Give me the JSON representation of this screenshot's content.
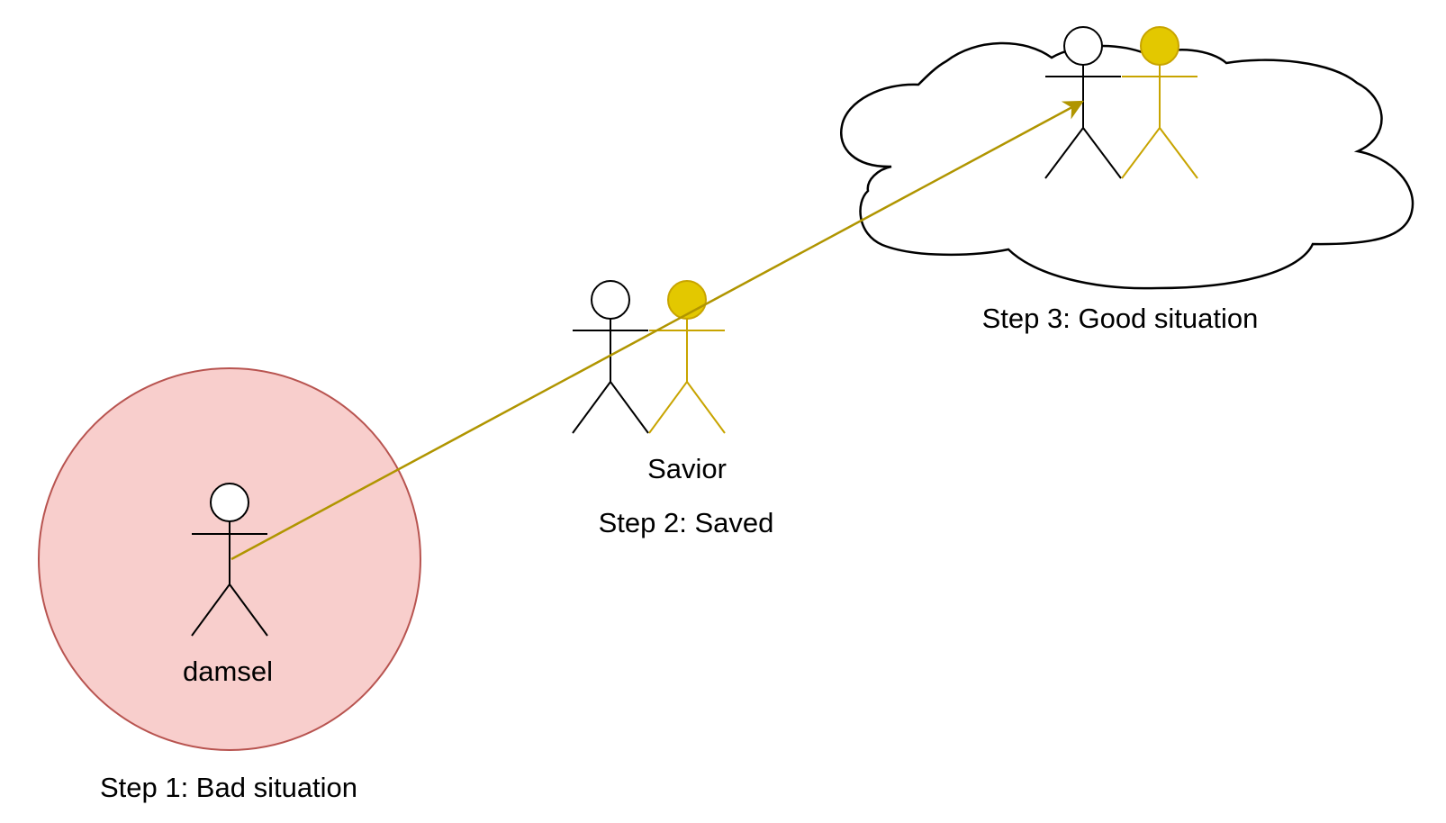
{
  "diagram": {
    "step1": {
      "label": "Step 1: Bad situation",
      "actor_label": "damsel",
      "fill_color": "#f8cecc",
      "stroke_color": "#b85450"
    },
    "step2": {
      "label": "Step 2: Saved",
      "actor_label": "Savior"
    },
    "step3": {
      "label": "Step 3: Good situation"
    },
    "colors": {
      "savior": "#c8a400",
      "savior_head": "#e3c800",
      "arrow": "#b09500",
      "actor": "#000000"
    }
  }
}
